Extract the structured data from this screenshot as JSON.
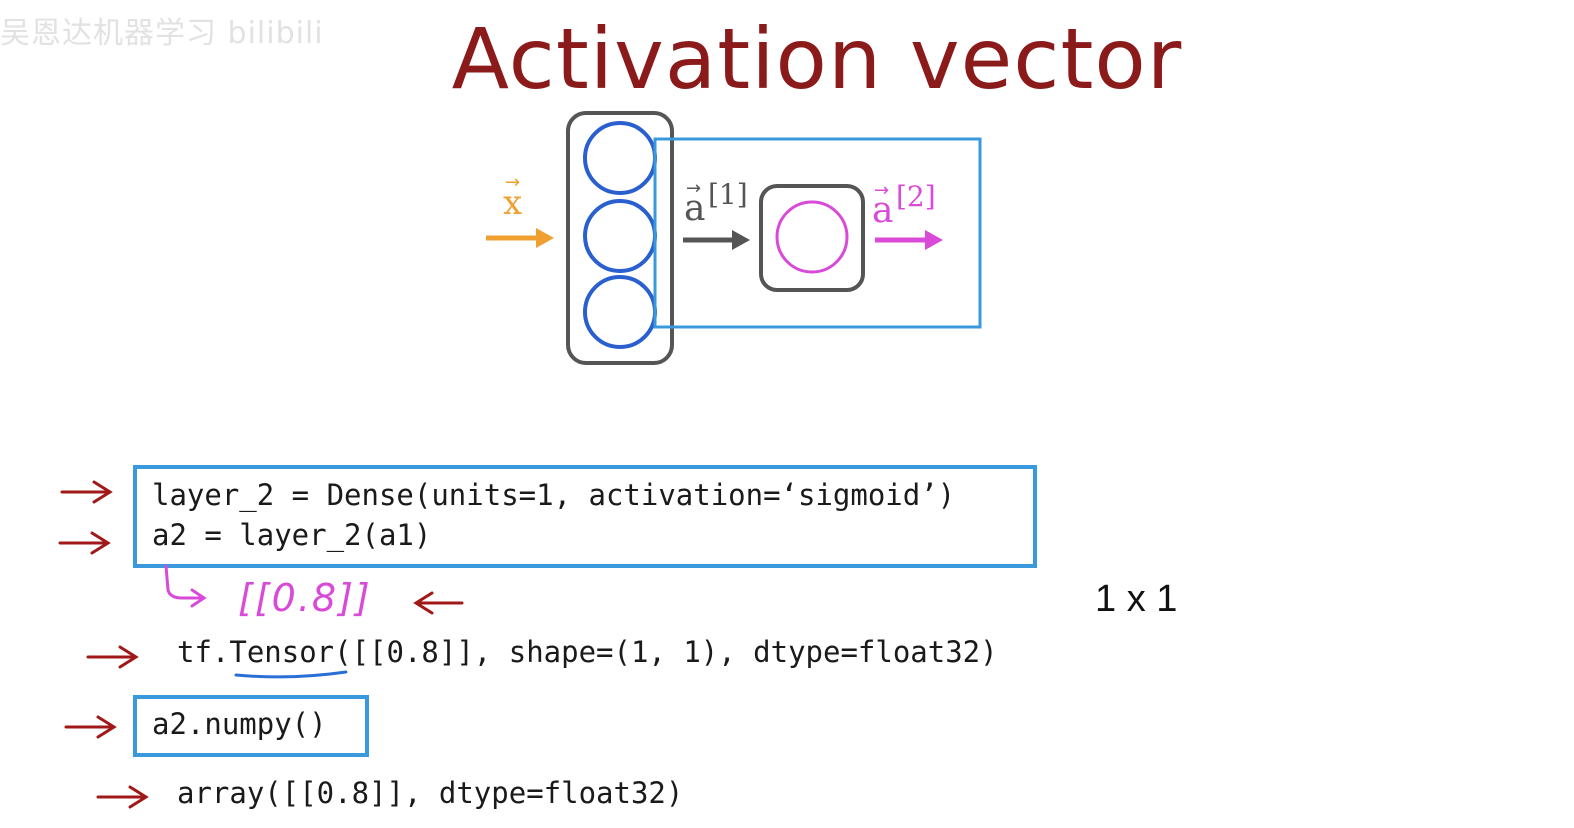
{
  "watermark": "吴恩达机器学习 bilibili",
  "title": "Activation vector",
  "diagram": {
    "input_label": "x",
    "hidden_output_label": "a",
    "hidden_output_superscript": "[1]",
    "output_label": "a",
    "output_superscript": "[2]",
    "colors": {
      "input": "#f0a030",
      "layer1_nodes": "#2a5fcf",
      "hidden_arrow": "#555555",
      "output": "#d94ad9",
      "highlight_box": "#3a99dd",
      "layer_outline": "#555555"
    }
  },
  "code": {
    "layer_line": "layer_2 = Dense(units=1, activation=‘sigmoid’)",
    "a2_line": "a2 = layer_2(a1)",
    "handwritten_value": "[[0.8]]",
    "shape_label": "1 x 1",
    "tensor_line": "tf.Tensor([[0.8]], shape=(1, 1), dtype=float32)",
    "numpy_line": "a2.numpy()",
    "array_line": "array([[0.8]], dtype=float32)"
  }
}
